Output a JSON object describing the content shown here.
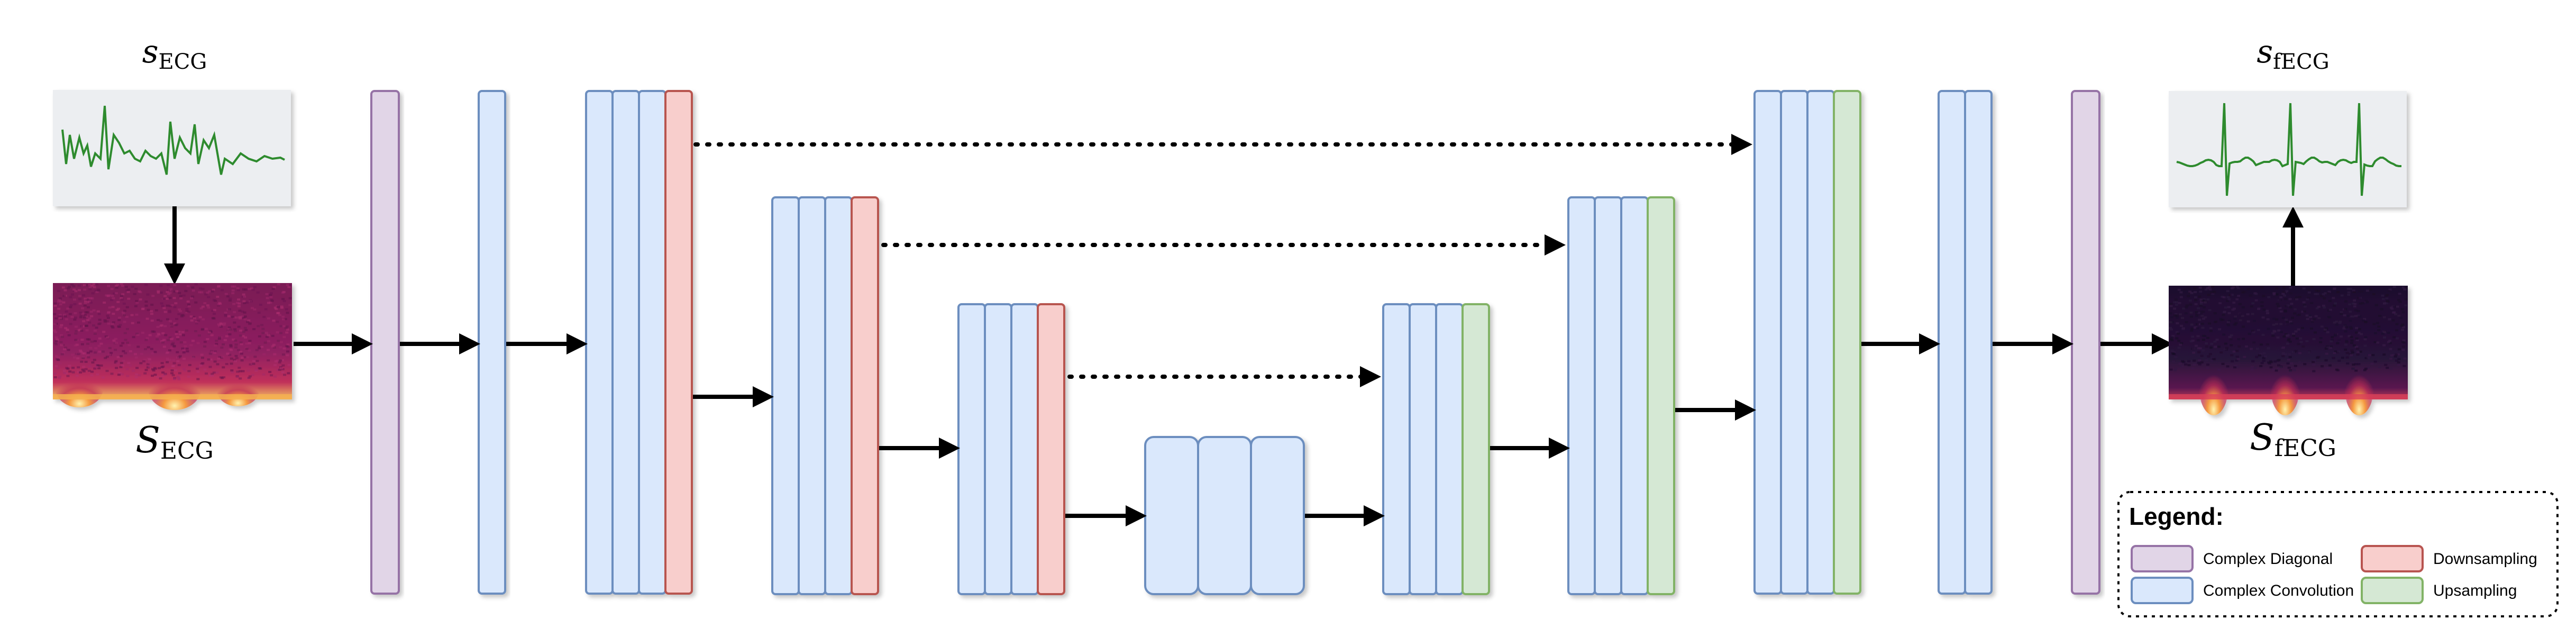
{
  "signals": {
    "input_time": {
      "symbol": "s",
      "subscript": "ECG"
    },
    "input_spec": {
      "symbol": "S",
      "subscript": "ECG"
    },
    "output_time": {
      "symbol": "s",
      "subscript": "fECG"
    },
    "output_spec": {
      "symbol": "S",
      "subscript": "fECG"
    }
  },
  "legend": {
    "title": "Legend:",
    "items": [
      {
        "label": "Complex Diagonal",
        "type": "diag"
      },
      {
        "label": "Downsampling",
        "type": "down"
      },
      {
        "label": "Complex Convolution",
        "type": "conv"
      },
      {
        "label": "Upsampling",
        "type": "up"
      }
    ]
  },
  "colors": {
    "diag_fill": "#e1d5e7",
    "diag_stroke": "#9673a6",
    "conv_fill": "#dae8fc",
    "conv_stroke": "#6c8ebf",
    "down_fill": "#f8cecc",
    "down_stroke": "#b85450",
    "up_fill": "#d5e8d4",
    "up_stroke": "#82b366",
    "ecg_line": "#2e8b2e",
    "plot_bg": "#eceef1",
    "spec_in_bg": "#8a1f5e",
    "spec_out_bg": "#221032"
  }
}
